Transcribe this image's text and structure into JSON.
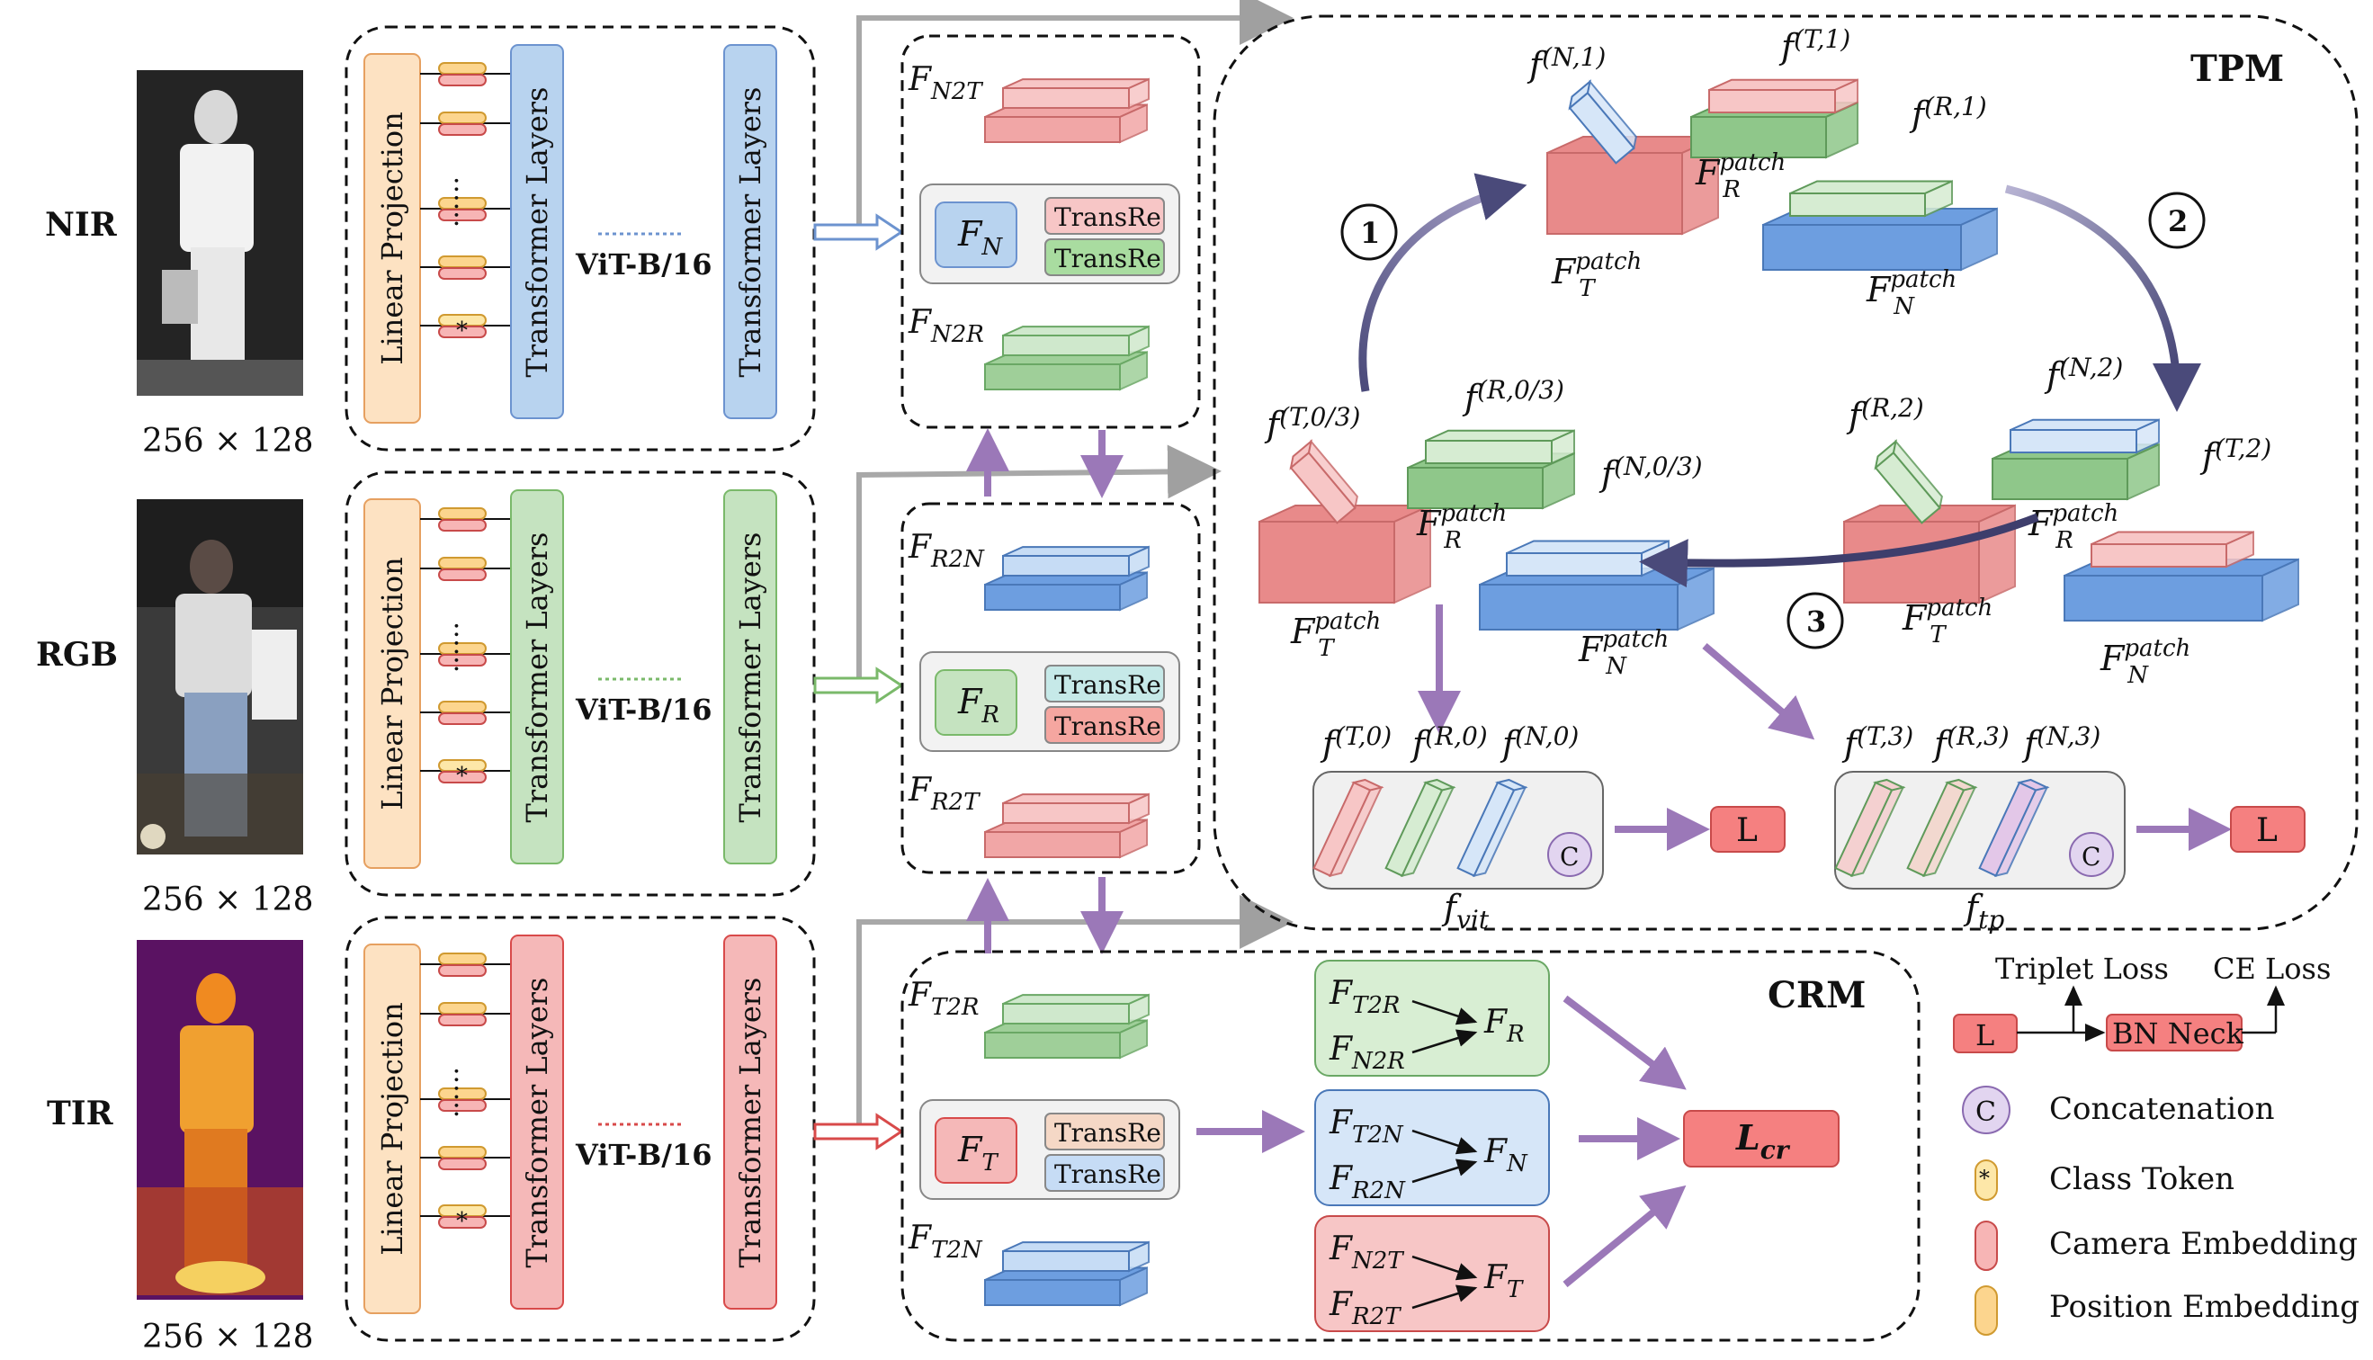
{
  "modalities": [
    {
      "name": "NIR",
      "size": "256 × 128",
      "backbone": "ViT-B/16"
    },
    {
      "name": "RGB",
      "size": "256 × 128",
      "backbone": "ViT-B/16"
    },
    {
      "name": "TIR",
      "size": "256 × 128",
      "backbone": "ViT-B/16"
    }
  ],
  "encoder": {
    "linear_projection": "Linear Projection",
    "transformer_layers": "Transformer Layers",
    "ellipsis": "......",
    "class_mark": "*"
  },
  "features": {
    "nir": {
      "main": "F",
      "main_sub": "N",
      "top": "F",
      "top_sub": "N2T",
      "bottom": "F",
      "bottom_sub": "N2R",
      "transre_1": "TransRe",
      "transre_2": "TransRe"
    },
    "rgb": {
      "main": "F",
      "main_sub": "R",
      "top": "F",
      "top_sub": "R2N",
      "bottom": "F",
      "bottom_sub": "R2T",
      "transre_1": "TransRe",
      "transre_2": "TransRe"
    },
    "tir": {
      "main": "F",
      "main_sub": "T",
      "top": "F",
      "top_sub": "T2R",
      "bottom": "F",
      "bottom_sub": "T2N",
      "transre_1": "TransRe",
      "transre_2": "TransRe"
    }
  },
  "tpm": {
    "title": "TPM",
    "steps": [
      "1",
      "2",
      "3"
    ],
    "labels": {
      "f_n1": "(N,1)",
      "f_t1": "(T,1)",
      "f_r1": "(R,1)",
      "f_t03": "(T,0/3)",
      "f_r03": "(R,0/3)",
      "f_n03": "(N,0/3)",
      "f_r2": "(R,2)",
      "f_n2": "(N,2)",
      "f_t2": "(T,2)",
      "f_t0": "(T,0)",
      "f_r0": "(R,0)",
      "f_n0": "(N,0)",
      "f_t3": "(T,3)",
      "f_r3": "(R,3)",
      "f_n3": "(N,3)",
      "patch": "patch",
      "F_R": "R",
      "F_T": "T",
      "F_N": "N"
    },
    "f_vit": "vit",
    "f_tp": "tp",
    "loss": "L",
    "concat": "C"
  },
  "crm": {
    "title": "CRM",
    "groups": [
      {
        "in1": "T2R",
        "in2": "N2R",
        "out": "R"
      },
      {
        "in1": "T2N",
        "in2": "R2N",
        "out": "N"
      },
      {
        "in1": "N2T",
        "in2": "R2T",
        "out": "T"
      }
    ],
    "loss_main": "L",
    "loss_sub": "cr"
  },
  "legend": {
    "triplet": "Triplet Loss",
    "ce": "CE Loss",
    "bn_neck": "BN Neck",
    "l_box": "L",
    "concatenation": "Concatenation",
    "c_symbol": "C",
    "class_token": "Class Token",
    "class_symbol": "*",
    "camera": "Camera Embedding",
    "position": "Position Embedding"
  },
  "colors": {
    "nir": "#b8d3ef",
    "rgb": "#c5e3c0",
    "tir": "#f5b8b8",
    "orange": "#fde2c2",
    "purple": "#9b78b8",
    "grey_arrow": "#a8a8a8",
    "dark_arrow": "#4a4a7a",
    "loss_red": "#f58080"
  }
}
